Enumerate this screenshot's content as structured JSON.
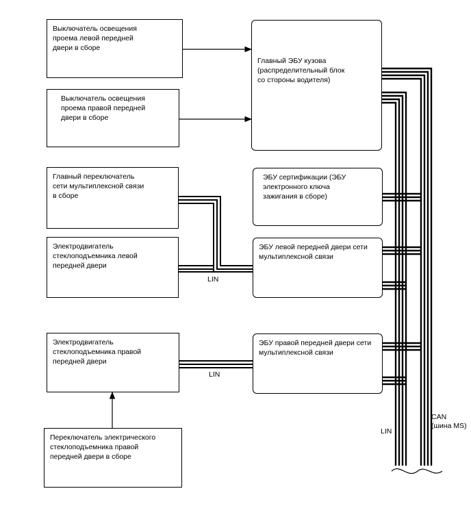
{
  "boxes": {
    "left_door_switch": [
      "Выключатель освещения",
      "проема левой передней",
      "двери в сборе"
    ],
    "right_door_switch": [
      "Выключатель освещения",
      "проема правой передней",
      "двери в сборе"
    ],
    "main_body_ecu": [
      "Главный ЭБУ кузова",
      "(распределительный блок",
      "со стороны водителя)"
    ],
    "master_switch": [
      "Главный переключатель",
      "сети мультиплексной связи",
      "в сборе"
    ],
    "certification_ecu": [
      "ЭБУ сертификации (ЭБУ",
      "электронного ключа",
      "зажигания в сборе)"
    ],
    "left_window_motor": [
      "Электродвигатель",
      "стеклоподъемника левой",
      "передней двери"
    ],
    "left_door_ecu": [
      "ЭБУ левой передней двери сети",
      "мультиплексной связи"
    ],
    "right_window_motor": [
      "Электродвигатель",
      "стеклоподъемника правой",
      "передней двери"
    ],
    "right_door_ecu": [
      "ЭБУ правой передней двери сети",
      "мультиплексной связи"
    ],
    "right_window_switch": [
      "Переключатель электрического",
      "стеклоподъемника правой",
      "передней двери в сборе"
    ]
  },
  "labels": {
    "lin_left": "LIN",
    "lin_right": "LIN",
    "lin_bus": "LIN",
    "can_bus": [
      "CAN",
      "(шина MS)"
    ]
  }
}
